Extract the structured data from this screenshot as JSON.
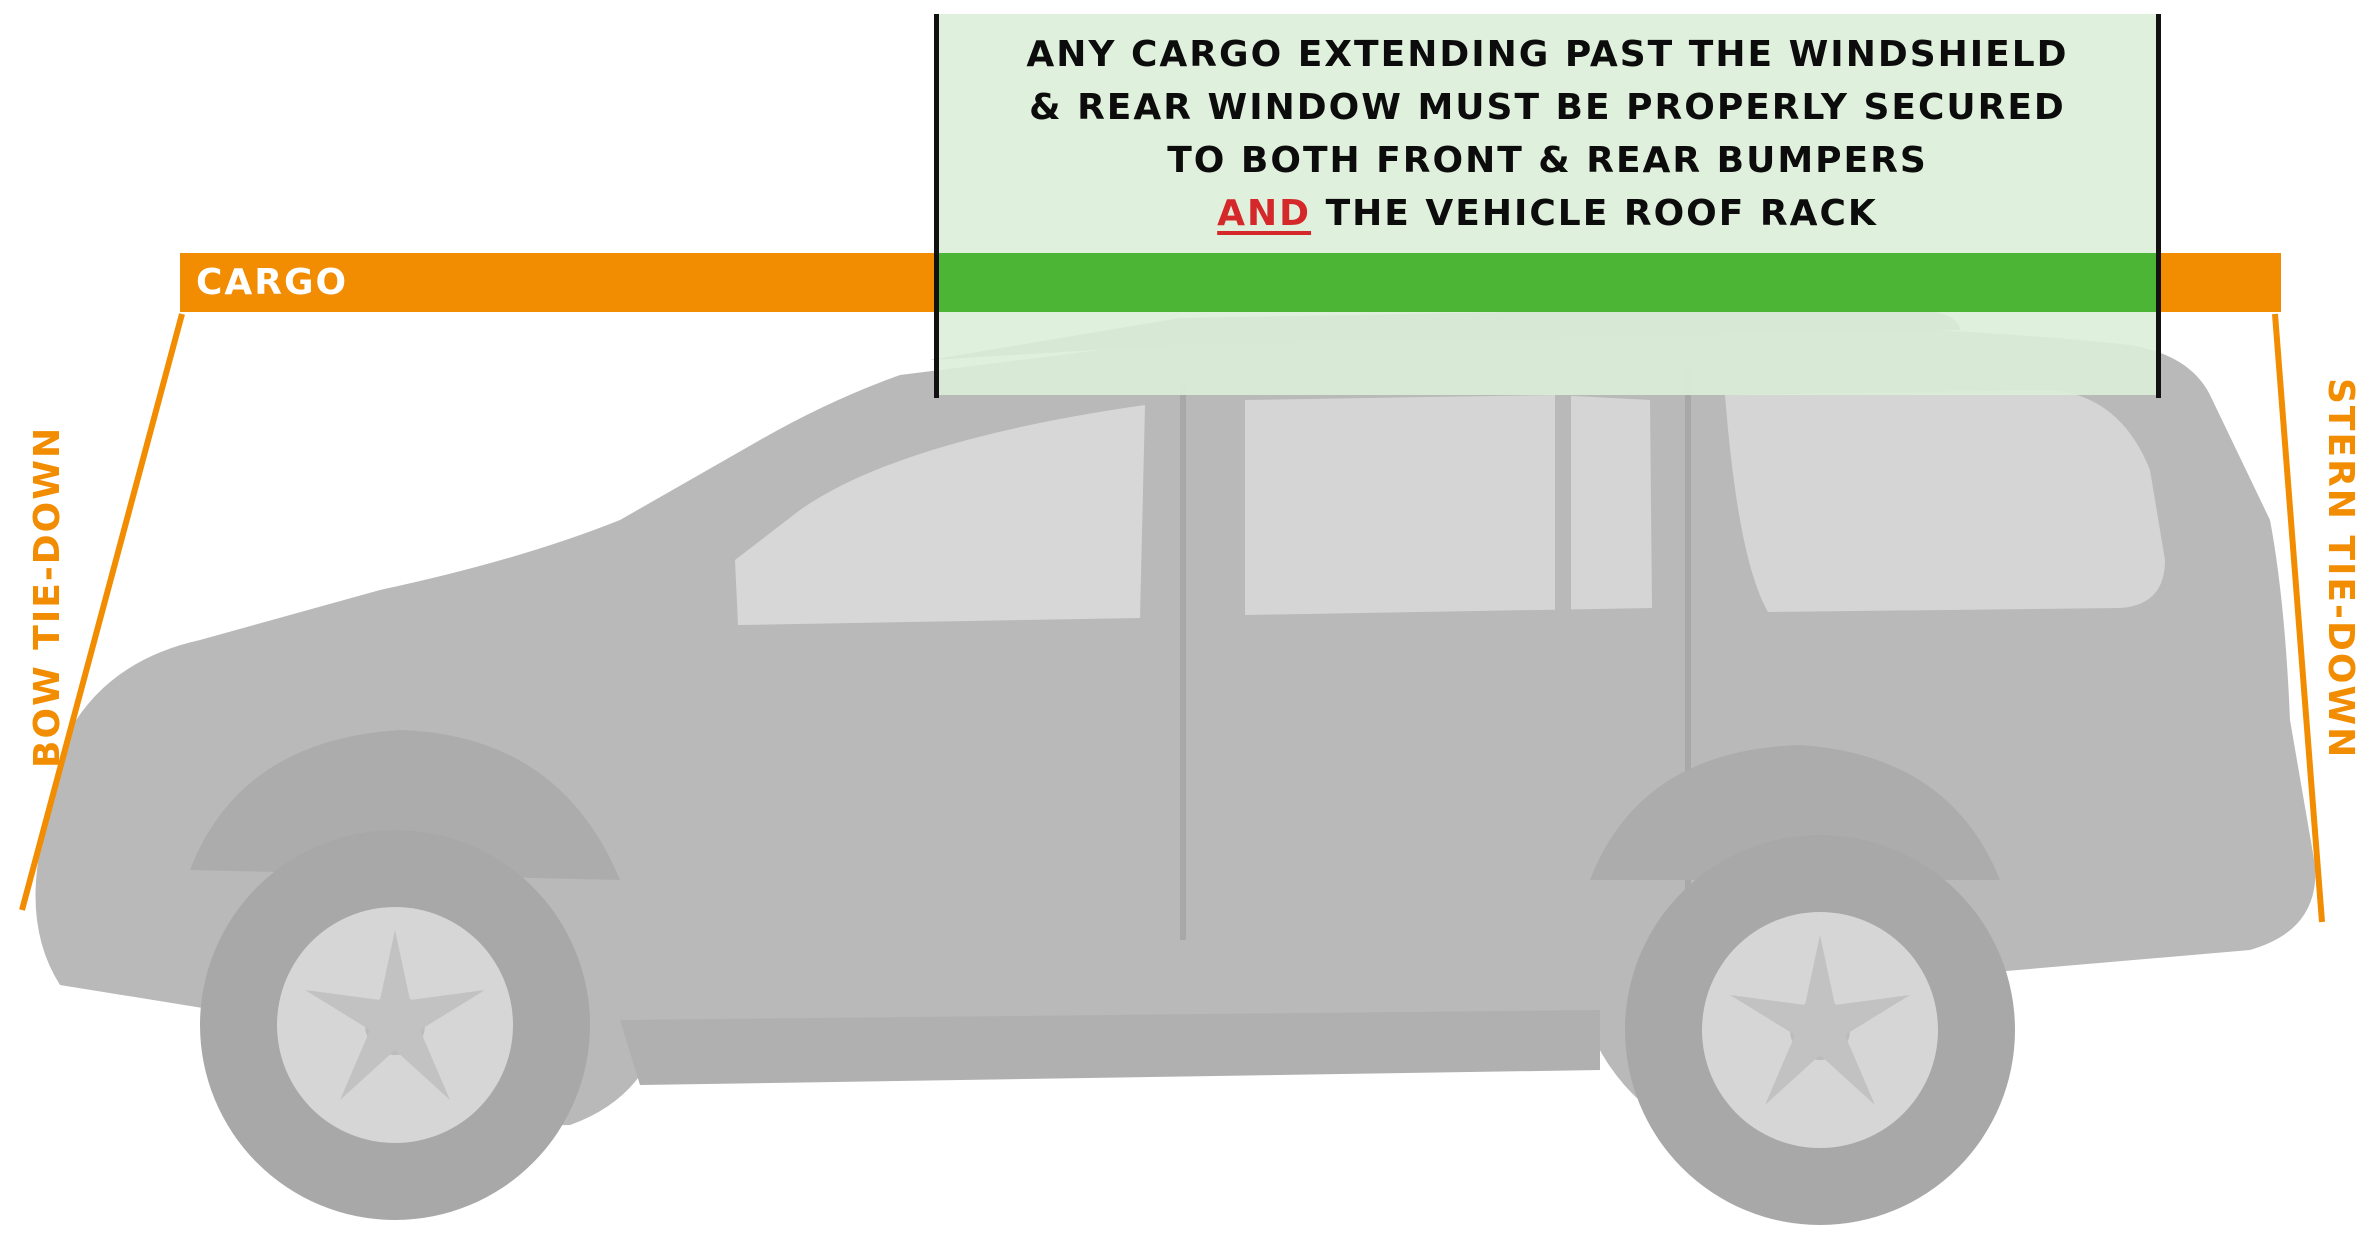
{
  "notice": {
    "line1": "ANY CARGO EXTENDING PAST THE WINDSHIELD",
    "line2": "& REAR WINDOW MUST BE PROPERLY SECURED",
    "line3": "TO BOTH FRONT & REAR BUMPERS",
    "line4_emphasis": "AND",
    "line4_rest": " THE VEHICLE ROOF RACK"
  },
  "labels": {
    "cargo": "CARGO",
    "bow": "BOW TIE-DOWN",
    "stern": "STERN TIE-DOWN"
  },
  "colors": {
    "cargo_bar": "#f28c00",
    "secured_zone": "#dcefd8",
    "secured_bar": "#4db535",
    "tie_down_line": "#f28c00",
    "vehicle": "#b9b9b9",
    "emphasis": "#d4282a"
  },
  "icons": {
    "vehicle": "suv-silhouette"
  }
}
